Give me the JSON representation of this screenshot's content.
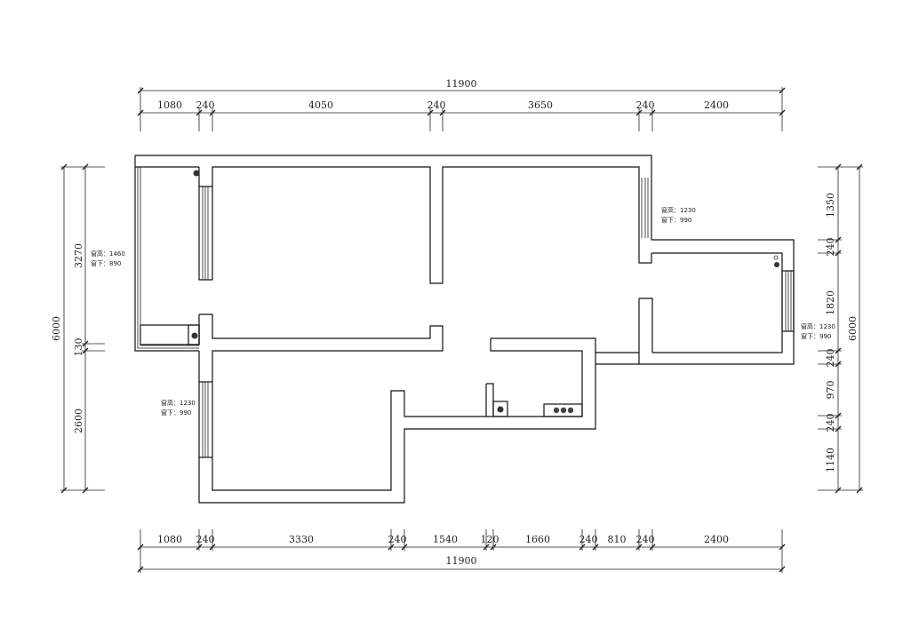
{
  "dimensions": {
    "top_total": "11900",
    "top_segments": [
      "1080",
      "240",
      "4050",
      "240",
      "3650",
      "240",
      "2400"
    ],
    "bottom_total": "11900",
    "bottom_segments": [
      "1080",
      "240",
      "3330",
      "240",
      "1540",
      "120",
      "1660",
      "240",
      "810",
      "240",
      "2400"
    ],
    "left_total": "6000",
    "left_segments": [
      "3270",
      "130",
      "2600"
    ],
    "right_total": "6000",
    "right_segments": [
      "1350",
      "240",
      "1820",
      "240",
      "970",
      "240",
      "1140"
    ]
  },
  "window_notes": [
    {
      "height": "窗高：1460",
      "sill": "窗下：890"
    },
    {
      "height": "窗高：1230",
      "sill": "窗下：990"
    },
    {
      "height": "窗高：1230",
      "sill": "窗下：990"
    },
    {
      "height": "窗高：1230",
      "sill": "窗下：990"
    }
  ]
}
